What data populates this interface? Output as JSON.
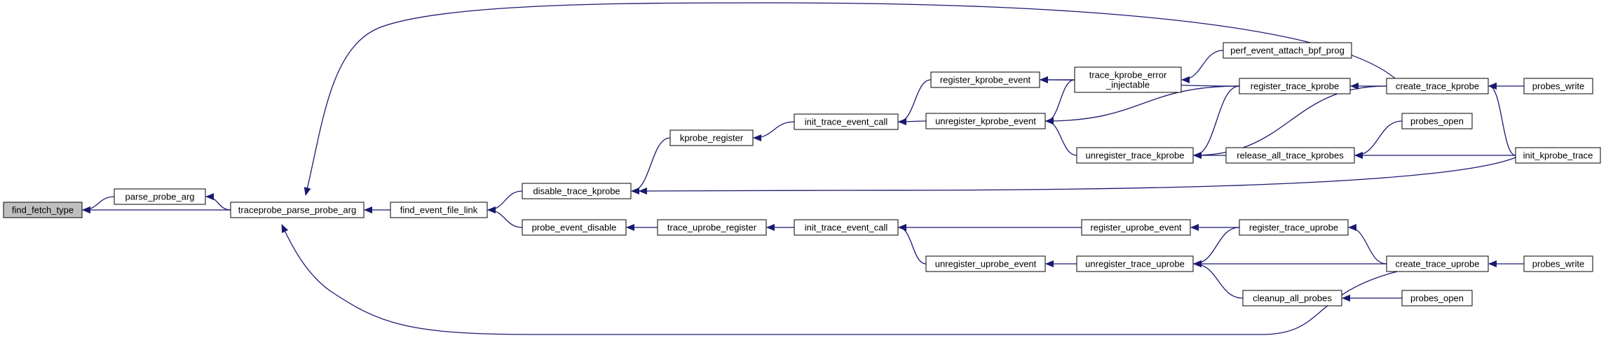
{
  "colors": {
    "edge": "#191970",
    "node_fill": "#ffffff",
    "root_fill": "#bfbfbf",
    "border": "#000000"
  },
  "nodes": [
    {
      "id": "find_fetch_type",
      "label": "find_fetch_type",
      "root": true
    },
    {
      "id": "parse_probe_arg",
      "label": "parse_probe_arg"
    },
    {
      "id": "traceprobe_parse_probe_arg",
      "label": "traceprobe_parse_probe_arg"
    },
    {
      "id": "find_event_file_link",
      "label": "find_event_file_link"
    },
    {
      "id": "disable_trace_kprobe",
      "label": "disable_trace_kprobe"
    },
    {
      "id": "probe_event_disable",
      "label": "probe_event_disable"
    },
    {
      "id": "kprobe_register",
      "label": "kprobe_register"
    },
    {
      "id": "trace_uprobe_register",
      "label": "trace_uprobe_register"
    },
    {
      "id": "init_trace_event_call_k",
      "label": "init_trace_event_call"
    },
    {
      "id": "init_trace_event_call_u",
      "label": "init_trace_event_call"
    },
    {
      "id": "register_kprobe_event",
      "label": "register_kprobe_event"
    },
    {
      "id": "unregister_kprobe_event",
      "label": "unregister_kprobe_event"
    },
    {
      "id": "unregister_uprobe_event",
      "label": "unregister_uprobe_event"
    },
    {
      "id": "trace_kprobe_error_injectable",
      "label": [
        "trace_kprobe_error",
        "_injectable"
      ]
    },
    {
      "id": "unregister_trace_kprobe",
      "label": "unregister_trace_kprobe"
    },
    {
      "id": "register_uprobe_event",
      "label": "register_uprobe_event"
    },
    {
      "id": "unregister_trace_uprobe",
      "label": "unregister_trace_uprobe"
    },
    {
      "id": "perf_event_attach_bpf_prog",
      "label": "perf_event_attach_bpf_prog"
    },
    {
      "id": "register_trace_kprobe",
      "label": "register_trace_kprobe"
    },
    {
      "id": "release_all_trace_kprobes",
      "label": "release_all_trace_kprobes"
    },
    {
      "id": "register_trace_uprobe",
      "label": "register_trace_uprobe"
    },
    {
      "id": "cleanup_all_probes",
      "label": "cleanup_all_probes"
    },
    {
      "id": "create_trace_kprobe",
      "label": "create_trace_kprobe"
    },
    {
      "id": "probes_open_k",
      "label": "probes_open"
    },
    {
      "id": "create_trace_uprobe",
      "label": "create_trace_uprobe"
    },
    {
      "id": "probes_open_u",
      "label": "probes_open"
    },
    {
      "id": "probes_write_k",
      "label": "probes_write"
    },
    {
      "id": "init_kprobe_trace",
      "label": "init_kprobe_trace"
    },
    {
      "id": "probes_write_u",
      "label": "probes_write"
    }
  ],
  "edges": [
    {
      "from": "parse_probe_arg",
      "to": "find_fetch_type"
    },
    {
      "from": "traceprobe_parse_probe_arg",
      "to": "find_fetch_type"
    },
    {
      "from": "traceprobe_parse_probe_arg",
      "to": "parse_probe_arg"
    },
    {
      "from": "find_event_file_link",
      "to": "traceprobe_parse_probe_arg"
    },
    {
      "from": "create_trace_kprobe",
      "to": "traceprobe_parse_probe_arg"
    },
    {
      "from": "create_trace_uprobe",
      "to": "traceprobe_parse_probe_arg"
    },
    {
      "from": "disable_trace_kprobe",
      "to": "find_event_file_link"
    },
    {
      "from": "probe_event_disable",
      "to": "find_event_file_link"
    },
    {
      "from": "kprobe_register",
      "to": "disable_trace_kprobe"
    },
    {
      "from": "init_kprobe_trace",
      "to": "disable_trace_kprobe"
    },
    {
      "from": "trace_uprobe_register",
      "to": "probe_event_disable"
    },
    {
      "from": "init_trace_event_call_k",
      "to": "kprobe_register"
    },
    {
      "from": "init_trace_event_call_u",
      "to": "trace_uprobe_register"
    },
    {
      "from": "register_kprobe_event",
      "to": "init_trace_event_call_k"
    },
    {
      "from": "unregister_kprobe_event",
      "to": "init_trace_event_call_k"
    },
    {
      "from": "register_uprobe_event",
      "to": "init_trace_event_call_u"
    },
    {
      "from": "unregister_uprobe_event",
      "to": "init_trace_event_call_u"
    },
    {
      "from": "trace_kprobe_error_injectable",
      "to": "register_kprobe_event"
    },
    {
      "from": "register_trace_kprobe",
      "to": "register_kprobe_event"
    },
    {
      "from": "trace_kprobe_error_injectable",
      "to": "unregister_kprobe_event"
    },
    {
      "from": "register_trace_kprobe",
      "to": "unregister_kprobe_event"
    },
    {
      "from": "unregister_trace_kprobe",
      "to": "unregister_kprobe_event"
    },
    {
      "from": "unregister_trace_uprobe",
      "to": "unregister_uprobe_event"
    },
    {
      "from": "perf_event_attach_bpf_prog",
      "to": "trace_kprobe_error_injectable"
    },
    {
      "from": "register_trace_kprobe",
      "to": "unregister_trace_kprobe"
    },
    {
      "from": "create_trace_kprobe",
      "to": "unregister_trace_kprobe"
    },
    {
      "from": "release_all_trace_kprobes",
      "to": "unregister_trace_kprobe"
    },
    {
      "from": "register_trace_uprobe",
      "to": "register_uprobe_event"
    },
    {
      "from": "register_trace_uprobe",
      "to": "unregister_trace_uprobe"
    },
    {
      "from": "create_trace_uprobe",
      "to": "unregister_trace_uprobe"
    },
    {
      "from": "cleanup_all_probes",
      "to": "unregister_trace_uprobe"
    },
    {
      "from": "create_trace_kprobe",
      "to": "register_trace_kprobe"
    },
    {
      "from": "probes_open_k",
      "to": "release_all_trace_kprobes"
    },
    {
      "from": "init_kprobe_trace",
      "to": "release_all_trace_kprobes"
    },
    {
      "from": "create_trace_uprobe",
      "to": "register_trace_uprobe"
    },
    {
      "from": "probes_open_u",
      "to": "cleanup_all_probes"
    },
    {
      "from": "probes_write_k",
      "to": "create_trace_kprobe"
    },
    {
      "from": "init_kprobe_trace",
      "to": "create_trace_kprobe"
    },
    {
      "from": "probes_write_u",
      "to": "create_trace_uprobe"
    }
  ]
}
